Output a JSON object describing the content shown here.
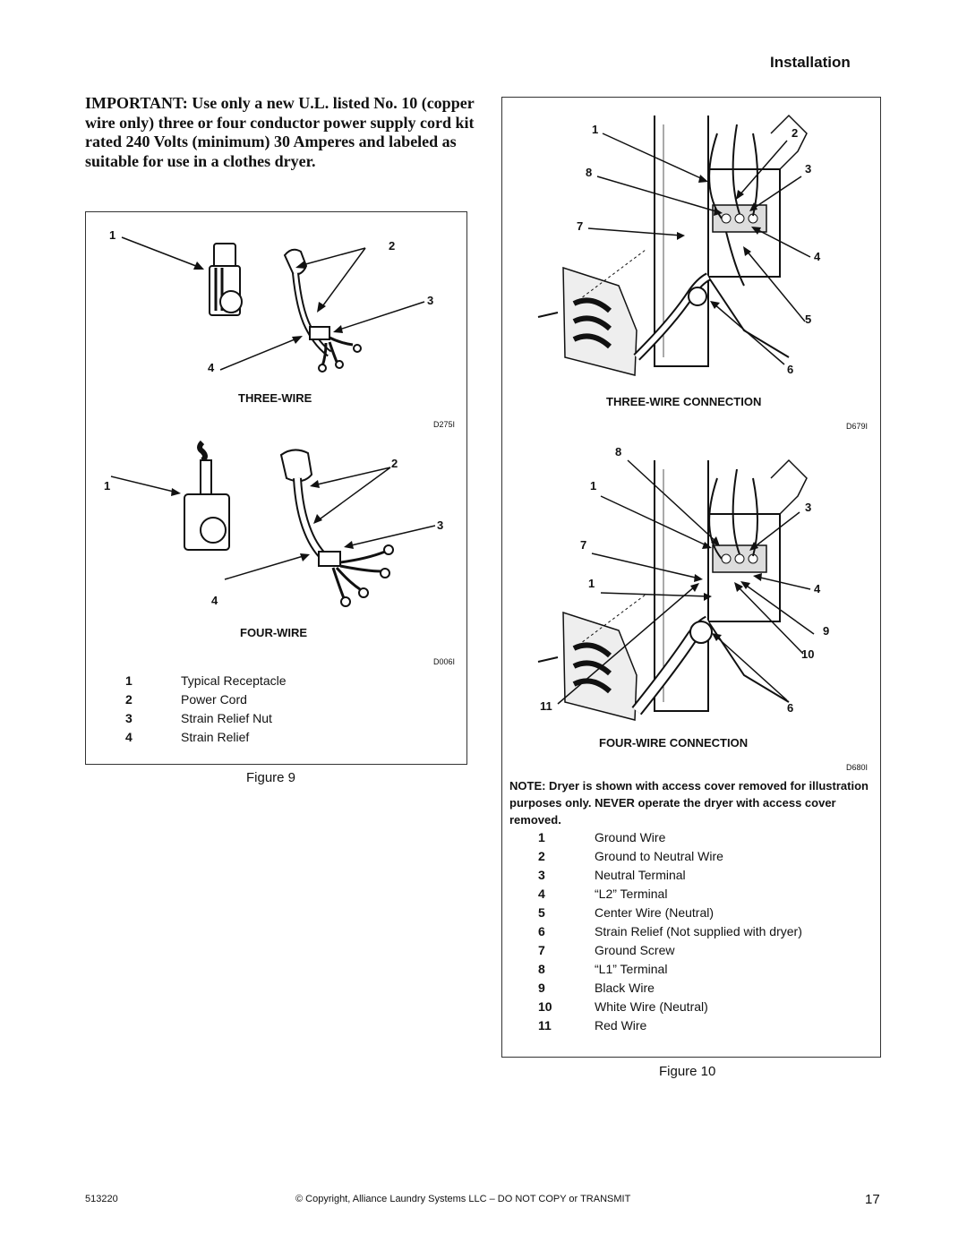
{
  "header": {
    "section": "Installation"
  },
  "important_text": "IMPORTANT: Use only a new U.L. listed No. 10 (copper wire only) three or four conductor power supply cord kit rated 240 Volts (minimum) 30 Amperes and labeled as suitable for use in a clothes dryer.",
  "figure9": {
    "label": "Figure 9",
    "three_wire": {
      "caption": "THREE-WIRE",
      "code": "D275I",
      "callouts": [
        "1",
        "2",
        "3",
        "4"
      ]
    },
    "four_wire": {
      "caption": "FOUR-WIRE",
      "code": "D006I",
      "callouts": [
        "1",
        "2",
        "3",
        "4"
      ]
    },
    "legend": [
      {
        "num": "1",
        "text": "Typical Receptacle"
      },
      {
        "num": "2",
        "text": "Power Cord"
      },
      {
        "num": "3",
        "text": "Strain Relief Nut"
      },
      {
        "num": "4",
        "text": "Strain Relief"
      }
    ]
  },
  "figure10": {
    "label": "Figure 10",
    "three_wire": {
      "caption": "THREE-WIRE CONNECTION",
      "code": "D679I",
      "callouts": [
        "1",
        "2",
        "8",
        "3",
        "7",
        "4",
        "5",
        "6"
      ]
    },
    "four_wire": {
      "caption": "FOUR-WIRE CONNECTION",
      "code": "D680I",
      "callouts": [
        "8",
        "1",
        "3",
        "7",
        "1",
        "4",
        "9",
        "10",
        "11",
        "6"
      ]
    },
    "note": "NOTE: Dryer is shown with access cover removed for illustration purposes only. NEVER operate the dryer with access cover removed.",
    "legend": [
      {
        "num": "1",
        "text": "Ground Wire"
      },
      {
        "num": "2",
        "text": "Ground to Neutral Wire"
      },
      {
        "num": "3",
        "text": "Neutral Terminal"
      },
      {
        "num": "4",
        "text": "“L2” Terminal"
      },
      {
        "num": "5",
        "text": "Center Wire (Neutral)"
      },
      {
        "num": "6",
        "text": "Strain Relief (Not supplied with dryer)"
      },
      {
        "num": "7",
        "text": "Ground Screw"
      },
      {
        "num": "8",
        "text": "“L1” Terminal"
      },
      {
        "num": "9",
        "text": "Black Wire"
      },
      {
        "num": "10",
        "text": "White Wire (Neutral)"
      },
      {
        "num": "11",
        "text": "Red Wire"
      }
    ]
  },
  "footer": {
    "doc_number": "513220",
    "copyright": "© Copyright, Alliance Laundry Systems LLC – DO NOT COPY or TRANSMIT",
    "page": "17"
  }
}
